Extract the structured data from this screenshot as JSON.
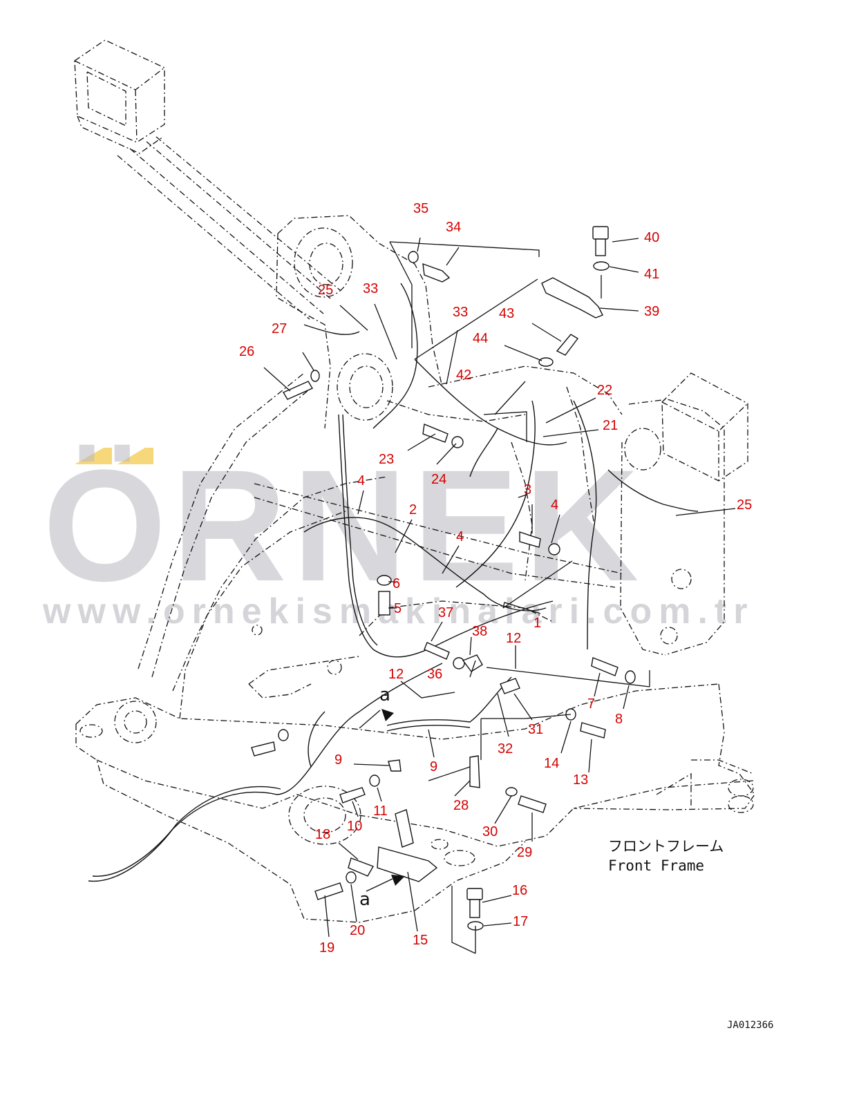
{
  "diagram": {
    "frame_label_jp": "フロントフレーム",
    "frame_label_en": "Front Frame",
    "document_id": "JA012366",
    "section_marker": "a",
    "watermark": {
      "brand": "ÖRNEK",
      "url": "www.ornekismakinalari.com.tr",
      "accent_color": "#f6d77a",
      "text_color": "#b8b8c0"
    },
    "callout_color": "#d40000",
    "callouts": [
      "35",
      "34",
      "40",
      "41",
      "39",
      "25",
      "33",
      "33",
      "43",
      "44",
      "27",
      "26",
      "42",
      "22",
      "21",
      "23",
      "24",
      "25",
      "4",
      "2",
      "3",
      "4",
      "4",
      "6",
      "5",
      "37",
      "1",
      "38",
      "12",
      "36",
      "12",
      "7",
      "8",
      "31",
      "9",
      "32",
      "14",
      "13",
      "9",
      "11",
      "28",
      "10",
      "30",
      "18",
      "29",
      "16",
      "17",
      "20",
      "15",
      "19"
    ]
  }
}
